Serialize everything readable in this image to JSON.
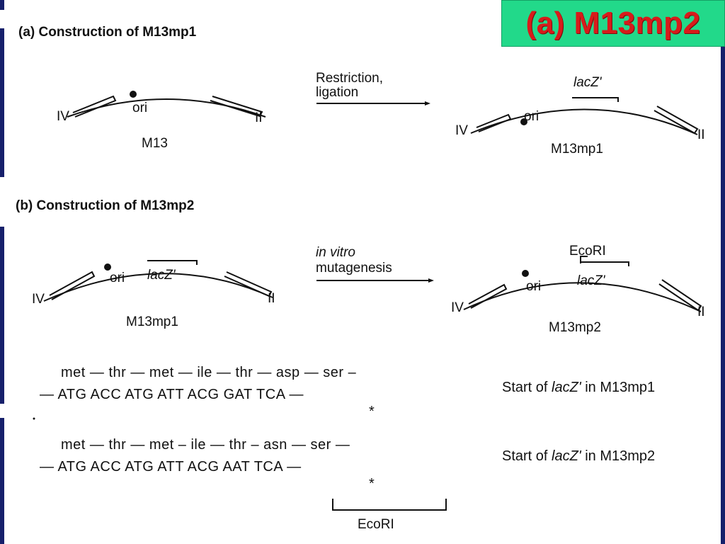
{
  "slide": {
    "title": "(a) M13mp2",
    "colors": {
      "badge_bg": "#22d98a",
      "title": "#d81b1b",
      "border": "#16206b"
    }
  },
  "section_a": {
    "heading": "(a)  Construction of M13mp1",
    "left": {
      "name": "M13",
      "ori": "ori",
      "gene_left": "IV",
      "gene_right": "II"
    },
    "arrow_text_1": "Restriction,",
    "arrow_text_2": "ligation",
    "right": {
      "name": "M13mp1",
      "ori": "ori",
      "insert": "lacZ'",
      "gene_left": "IV",
      "gene_right": "II"
    }
  },
  "section_b": {
    "heading": "(b)  Construction of M13mp2",
    "left": {
      "name": "M13mp1",
      "ori": "ori",
      "insert": "lacZ'",
      "gene_left": "IV",
      "gene_right": "II"
    },
    "arrow_text_1": "in vitro",
    "arrow_text_2": "mutagenesis",
    "right": {
      "name": "M13mp2",
      "ori": "ori",
      "insert": "lacZ'",
      "site": "EcoRI",
      "gene_left": "IV",
      "gene_right": "II"
    }
  },
  "sequences": {
    "mp1_aa": "met  —  thr  —  met  —  ile  —  thr  —  asp  —  ser  –",
    "mp1_nt": "— ATG    ACC    ATG    ATT    ACG    GAT    TCA —",
    "mp1_caption_pre": "Start of ",
    "mp1_caption_gene": "lacZ'",
    "mp1_caption_post": " in M13mp1",
    "mp2_aa": "met  —  thr  —  met  –  ile  —  thr  –  asn  —  ser  —",
    "mp2_nt": "— ATG    ACC    ATG    ATT    ACG    AAT    TCA —",
    "mp2_caption_pre": "Start of ",
    "mp2_caption_gene": "lacZ'",
    "mp2_caption_post": " in M13mp2",
    "mutation_mark": "*",
    "bracket_label": "EcoRI"
  }
}
